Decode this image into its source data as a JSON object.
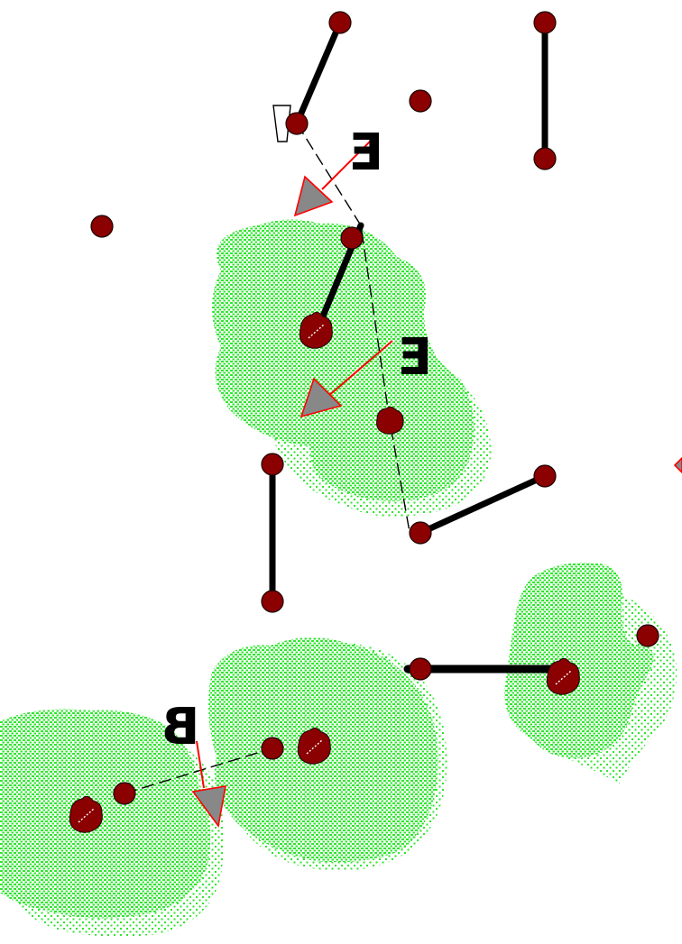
{
  "colors": {
    "node_fill": "#8b0000",
    "node_stroke": "#1a0000",
    "blob_fill": "#33ee33",
    "arrow_line": "#ff0000",
    "arrow_head": "#888888",
    "edge": "#000000"
  },
  "labels": {
    "label_1": "E",
    "label_2": "E",
    "label_3": "B"
  },
  "legend": {
    "icon": "tapered-bar-icon"
  }
}
